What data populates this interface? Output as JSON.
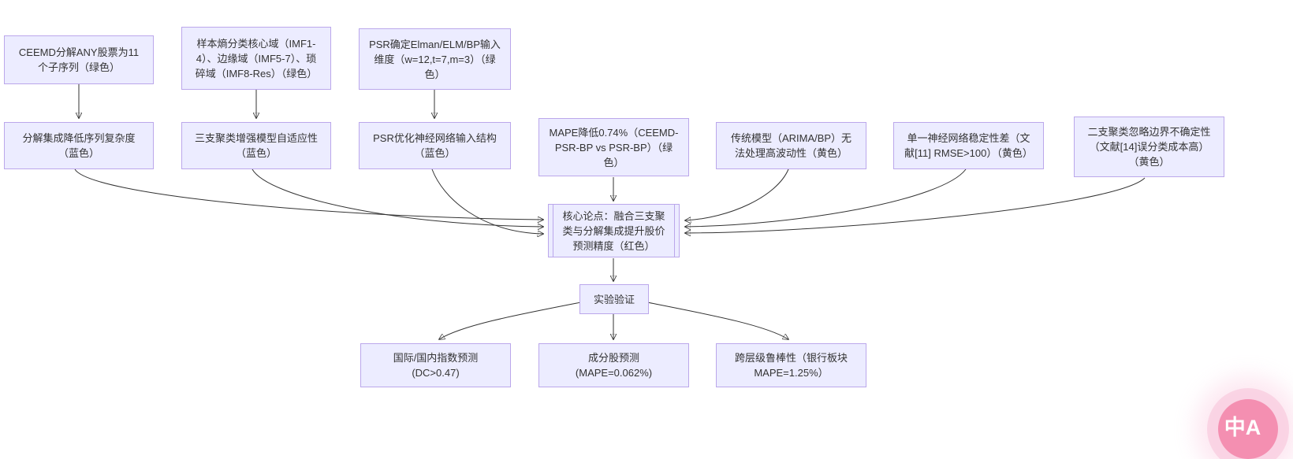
{
  "diagram_type": "flowchart",
  "colors": {
    "background": "#FFFFFF",
    "node_fill": "#ECECFF",
    "node_border": "#9370DB",
    "edge": "#333333",
    "text": "#333333",
    "badge_pink": "#F48FB1"
  },
  "nodes": {
    "ceemd_decompose": {
      "label": "CEEMD分解ANY股票为11个子序列（绿色）"
    },
    "sample_entropy": {
      "label": "样本熵分类核心域（IMF1-4）、边缘域（IMF5-7）、琐碎域（IMF8-Res）（绿色）"
    },
    "psr_dimension": {
      "label": "PSR确定Elman/ELM/BP输入维度（w=12,t=7,m=3）（绿色）"
    },
    "decompose_complexity": {
      "label": "分解集成降低序列复杂度\n（蓝色）"
    },
    "three_way_adaptive": {
      "label": "三支聚类增强模型自适应性\n（蓝色）"
    },
    "psr_structure": {
      "label": "PSR优化神经网络输入结构\n（蓝色）"
    },
    "mape_improve": {
      "label": "MAPE降低0.74%（CEEMD-PSR-BP vs PSR-BP）（绿色）"
    },
    "traditional_limit": {
      "label": "传统模型（ARIMA/BP）无法处理高波动性（黄色）"
    },
    "single_nn_unstable": {
      "label": "单一神经网络稳定性差（文献[11] RMSE>100）（黄色）"
    },
    "two_way_limit": {
      "label": "二支聚类忽略边界不确定性\n（文献[14]误分类成本高）\n（黄色）"
    },
    "core_claim": {
      "label": "核心论点：融合三支聚类与分解集成提升股价预测精度（红色）"
    },
    "experiment": {
      "label": "实验验证"
    },
    "index_prediction": {
      "label": "国际/国内指数预测\n(DC>0.47)"
    },
    "stock_prediction": {
      "label": "成分股预测\n(MAPE=0.062%)"
    },
    "robustness": {
      "label": "跨层级鲁棒性（银行板块\nMAPE=1.25%）"
    }
  },
  "edges": [
    {
      "from": "ceemd_decompose",
      "to": "decompose_complexity"
    },
    {
      "from": "sample_entropy",
      "to": "three_way_adaptive"
    },
    {
      "from": "psr_dimension",
      "to": "psr_structure"
    },
    {
      "from": "decompose_complexity",
      "to": "core_claim"
    },
    {
      "from": "three_way_adaptive",
      "to": "core_claim"
    },
    {
      "from": "psr_structure",
      "to": "core_claim"
    },
    {
      "from": "mape_improve",
      "to": "core_claim"
    },
    {
      "from": "traditional_limit",
      "to": "core_claim"
    },
    {
      "from": "single_nn_unstable",
      "to": "core_claim"
    },
    {
      "from": "two_way_limit",
      "to": "core_claim"
    },
    {
      "from": "core_claim",
      "to": "experiment"
    },
    {
      "from": "experiment",
      "to": "index_prediction"
    },
    {
      "from": "experiment",
      "to": "stock_prediction"
    },
    {
      "from": "experiment",
      "to": "robustness"
    }
  ],
  "badge": {
    "label": "中A"
  }
}
